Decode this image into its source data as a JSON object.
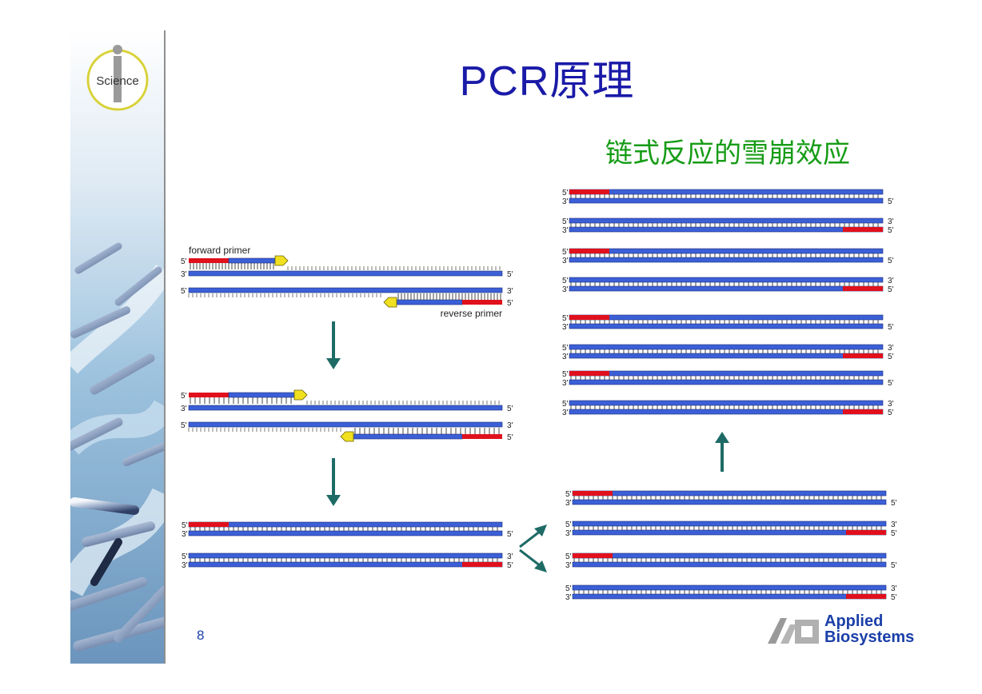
{
  "title": "PCR原理",
  "subtitle": "链式反应的雪崩效应",
  "page_number": "8",
  "logo": {
    "badge_text": "Science",
    "company_line1": "Applied",
    "company_line2": "Biosystems"
  },
  "labels": {
    "forward_primer": "forward primer",
    "reverse_primer": "reverse primer",
    "five_prime": "5'",
    "three_prime": "3'"
  },
  "colors": {
    "strand_blue": "#3b5fd6",
    "primer_red": "#e0101c",
    "primer_yellow": "#f0e020",
    "arrow_teal": "#1e6b66",
    "title_blue": "#1a1aa8",
    "subtitle_green": "#169c16"
  }
}
